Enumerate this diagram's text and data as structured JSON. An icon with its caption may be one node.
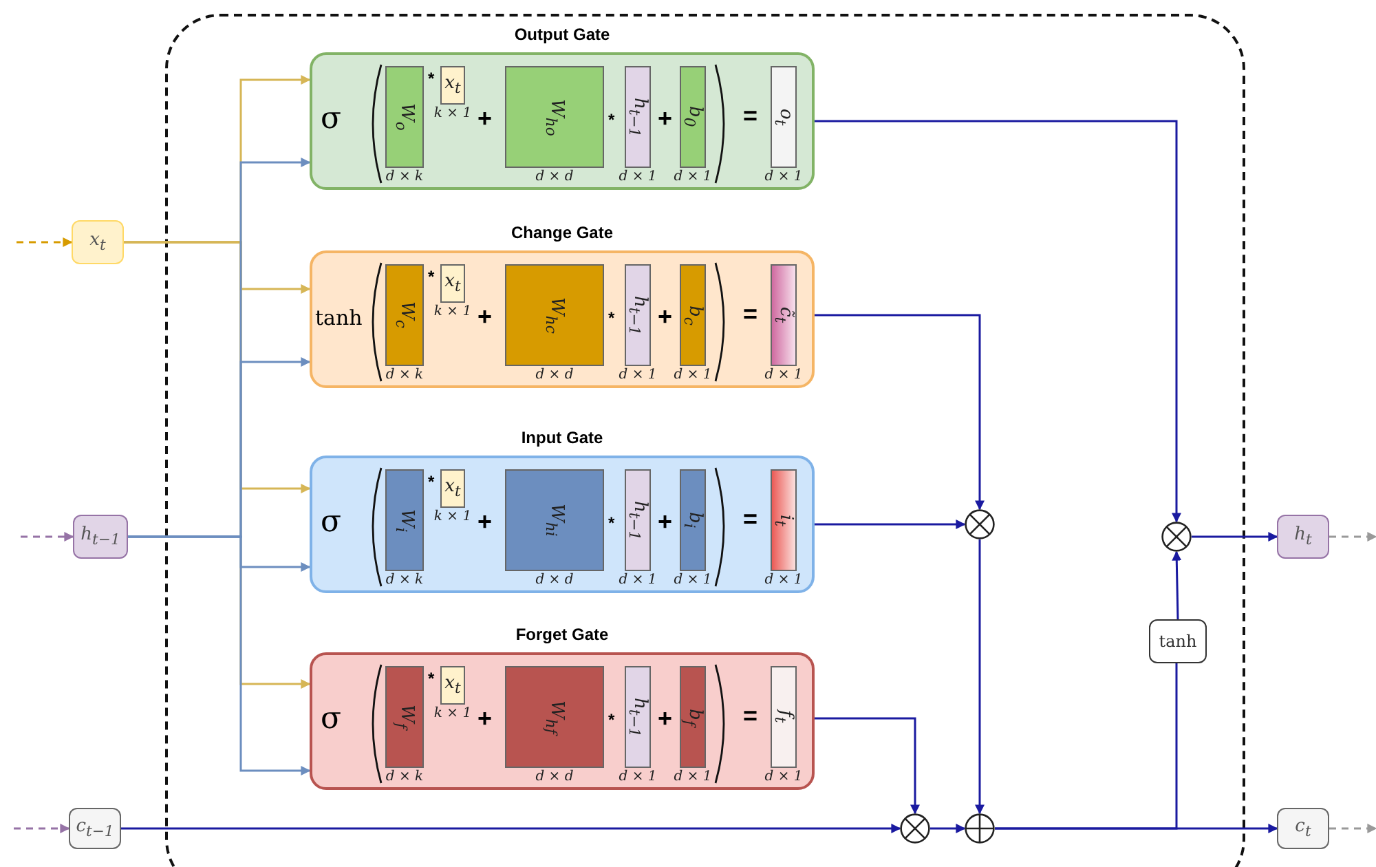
{
  "diagram": {
    "nodes": [
      {
        "text": [
          "x$_{t}$"
        ]
      },
      {
        "text": [
          "h$_{t−1}$"
        ]
      },
      {
        "text": [
          "c$_{t−1}$"
        ]
      },
      {
        "text": [
          "Output Gate",
          "σ",
          "*",
          "+",
          "*",
          "+",
          "="
        ]
      },
      {
        "text": [
          "W$_{o}$"
        ],
        "in": 3,
        "beside": [
          "d × k"
        ]
      },
      {
        "text": [
          "x$_{t}$"
        ],
        "in": 3,
        "beside": [
          "k × 1"
        ]
      },
      {
        "text": [
          "W$_{ho}$"
        ],
        "in": 3,
        "beside": [
          "d × d"
        ]
      },
      {
        "text": [
          "h$_{t−1}$"
        ],
        "in": 3,
        "beside": [
          "d × 1"
        ]
      },
      {
        "text": [
          "b$_{0}$"
        ],
        "in": 3,
        "beside": [
          "d × 1"
        ]
      },
      {
        "text": [
          "o$_{t}$"
        ],
        "in": 3,
        "beside": [
          "d × 1"
        ]
      },
      {
        "text": [
          "Change Gate",
          "tanh",
          "*",
          "+",
          "*",
          "+",
          "="
        ]
      },
      {
        "text": [
          "W$_{c}$"
        ],
        "in": 10,
        "beside": [
          "d × k"
        ]
      },
      {
        "text": [
          "x$_{t}$"
        ],
        "in": 10,
        "beside": [
          "k × 1"
        ]
      },
      {
        "text": [
          "W$_{hc}$"
        ],
        "in": 10,
        "beside": [
          "d × d"
        ]
      },
      {
        "text": [
          "h$_{t−1}$"
        ],
        "in": 10,
        "beside": [
          "d × 1"
        ]
      },
      {
        "text": [
          "b$_{c}$"
        ],
        "in": 10,
        "beside": [
          "d × 1"
        ]
      },
      {
        "text": [
          "c̃$_{t}$"
        ],
        "in": 10,
        "beside": [
          "d × 1"
        ]
      },
      {
        "text": [
          "Input Gate",
          "σ",
          "*",
          "+",
          "*",
          "+",
          "="
        ]
      },
      {
        "text": [
          "W$_{i}$"
        ],
        "in": 17,
        "beside": [
          "d × k"
        ]
      },
      {
        "text": [
          "x$_{t}$"
        ],
        "in": 17,
        "beside": [
          "k × 1"
        ]
      },
      {
        "text": [
          "W$_{hi}$"
        ],
        "in": 17,
        "beside": [
          "d × d"
        ]
      },
      {
        "text": [
          "h$_{t−1}$"
        ],
        "in": 17,
        "beside": [
          "d × 1"
        ]
      },
      {
        "text": [
          "b$_{i}$"
        ],
        "in": 17,
        "beside": [
          "d × 1"
        ]
      },
      {
        "text": [
          "i$_{t}$"
        ],
        "in": 17,
        "beside": [
          "d × 1"
        ]
      },
      {
        "text": [
          "Forget Gate",
          "σ",
          "*",
          "+",
          "*",
          "+",
          "="
        ]
      },
      {
        "text": [
          "W$_{f}$"
        ],
        "in": 24,
        "beside": [
          "d × k"
        ]
      },
      {
        "text": [
          "x$_{t}$"
        ],
        "in": 24,
        "beside": [
          "k × 1"
        ]
      },
      {
        "text": [
          "W$_{hf}$"
        ],
        "in": 24,
        "beside": [
          "d × d"
        ]
      },
      {
        "text": [
          "h$_{t−1}$"
        ],
        "in": 24,
        "beside": [
          "d × 1"
        ]
      },
      {
        "text": [
          "b$_{f}$"
        ],
        "in": 24,
        "beside": [
          "d × 1"
        ]
      },
      {
        "text": [
          "f$_{t}$"
        ],
        "in": 24,
        "beside": [
          "d × 1"
        ]
      },
      {
        "text": [],
        "shape": "circle"
      },
      {
        "text": [],
        "shape": "circle"
      },
      {
        "text": [
          "tanh"
        ]
      },
      {
        "text": [
          "h$_{t}$"
        ]
      },
      {
        "text": [],
        "shape": "circle"
      },
      {
        "text": [],
        "shape": "circle"
      },
      {
        "text": [
          "c$_{t}$"
        ]
      }
    ],
    "edges": [
      {
        "from": null,
        "to": 0,
        "arrow": "to",
        "style": "dashed",
        "color": "#d79b00"
      },
      {
        "from": null,
        "to": 1,
        "arrow": "to",
        "style": "dashed",
        "color": "#9673a6"
      },
      {
        "from": null,
        "to": 2,
        "arrow": "to",
        "style": "dashed",
        "color": "#9673a6"
      },
      {
        "from": 0,
        "to": 3,
        "arrow": "to",
        "color": "#d6b656"
      },
      {
        "from": 0,
        "to": 10,
        "arrow": "to",
        "color": "#d6b656"
      },
      {
        "from": 0,
        "to": 17,
        "arrow": "to",
        "color": "#d6b656"
      },
      {
        "from": 0,
        "to": 24,
        "arrow": "to",
        "color": "#d6b656"
      },
      {
        "from": 1,
        "to": 3,
        "arrow": "to",
        "color": "#6c8ebf"
      },
      {
        "from": 1,
        "to": 10,
        "arrow": "to",
        "color": "#6c8ebf"
      },
      {
        "from": 1,
        "to": 17,
        "arrow": "to",
        "color": "#6c8ebf"
      },
      {
        "from": 1,
        "to": 24,
        "arrow": "to",
        "color": "#6c8ebf"
      },
      {
        "from": 3,
        "to": 32,
        "arrow": "to"
      },
      {
        "from": 10,
        "to": 31,
        "arrow": "to"
      },
      {
        "from": 17,
        "to": 31,
        "arrow": "to"
      },
      {
        "from": 24,
        "to": 35,
        "arrow": "to"
      },
      {
        "from": 2,
        "to": 35,
        "arrow": "to"
      },
      {
        "from": 35,
        "to": 36,
        "arrow": "to"
      },
      {
        "from": 31,
        "to": 36,
        "arrow": "to"
      },
      {
        "from": 36,
        "to": 37,
        "arrow": "to"
      },
      {
        "from": 36,
        "to": 33,
        "arrow": "none"
      },
      {
        "from": 33,
        "to": 32,
        "arrow": "to"
      },
      {
        "from": 32,
        "to": 34,
        "arrow": "to"
      },
      {
        "from": 34,
        "to": null,
        "arrow": "to",
        "style": "dashed",
        "color": "#999999"
      },
      {
        "from": 37,
        "to": null,
        "arrow": "to",
        "style": "dashed",
        "color": "#999999"
      }
    ]
  }
}
